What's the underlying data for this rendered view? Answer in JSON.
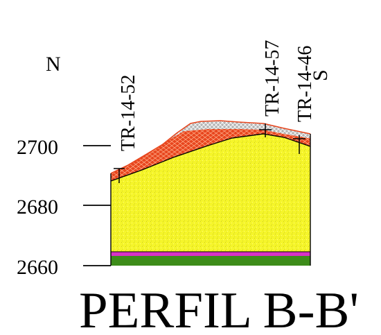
{
  "profile": {
    "title": "PERFIL B-B'",
    "north_label": "N",
    "south_label": "S",
    "elevation_ticks": [
      "2700",
      "2680",
      "2660"
    ],
    "boreholes": [
      {
        "label": "TR-14-52"
      },
      {
        "label": "TR-14-57"
      },
      {
        "label": "TR-14-46"
      }
    ]
  },
  "colors": {
    "yellow_unit": "#f5f52a",
    "red_unit": "#e8461e",
    "gray_cover": "#b4b4b4",
    "magenta_layer": "#d832c8",
    "green_base": "#3d8c1a",
    "outline": "#000000"
  }
}
